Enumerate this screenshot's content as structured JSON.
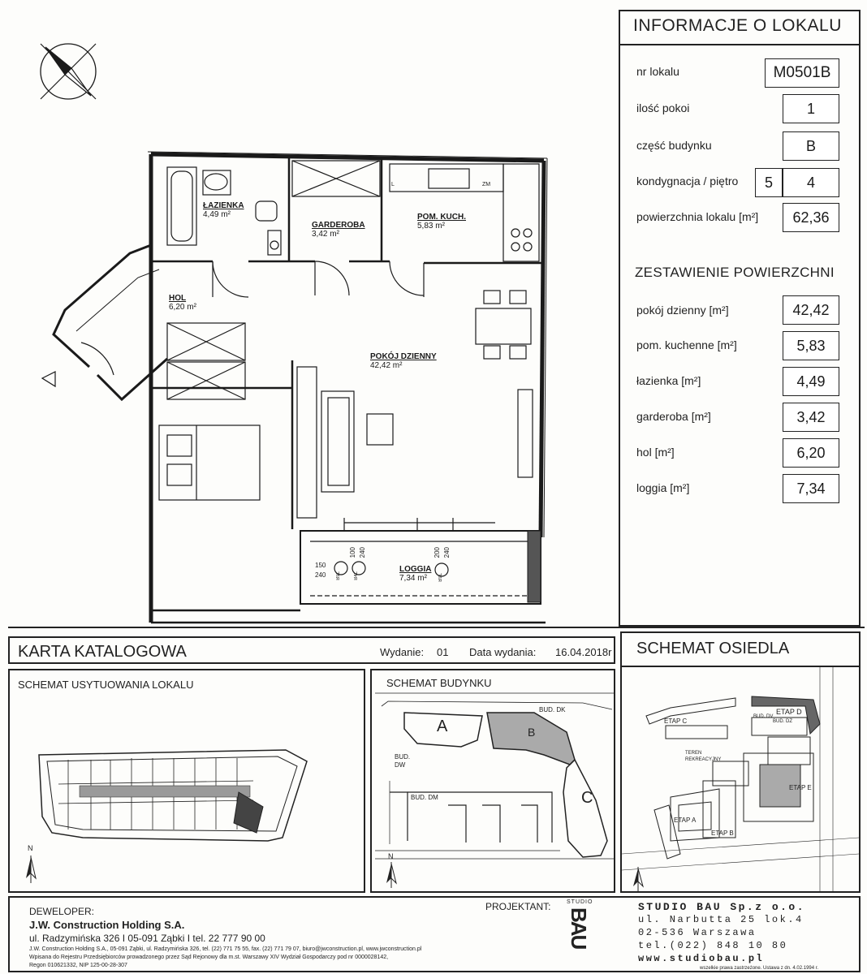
{
  "info": {
    "title": "INFORMACJE O LOKALU",
    "rows": [
      {
        "label": "nr lokalu",
        "value": "M0501B"
      },
      {
        "label": "ilość pokoi",
        "value": "1"
      },
      {
        "label": "część budynku",
        "value": "B"
      },
      {
        "label": "kondygnacja / piętro",
        "value": "5",
        "value2": "4"
      },
      {
        "label": "powierzchnia lokalu [m²]",
        "value": "62,36"
      }
    ],
    "summary_title": "ZESTAWIENIE POWIERZCHNI",
    "areas": [
      {
        "label": "pokój dzienny [m²]",
        "value": "42,42"
      },
      {
        "label": "pom. kuchenne [m²]",
        "value": "5,83"
      },
      {
        "label": "łazienka [m²]",
        "value": "4,49"
      },
      {
        "label": "garderoba  [m²]",
        "value": "3,42"
      },
      {
        "label": "hol [m²]",
        "value": "6,20"
      },
      {
        "label": "loggia [m²]",
        "value": "7,34"
      }
    ]
  },
  "plan": {
    "rooms": [
      {
        "name": "ŁAZIENKA",
        "area": "4,49 m²"
      },
      {
        "name": "GARDEROBA",
        "area": "3,42 m²"
      },
      {
        "name": "POM. KUCH.",
        "area": "5,83 m²"
      },
      {
        "name": "HOL",
        "area": "6,20 m²"
      },
      {
        "name": "POKÓJ DZIENNY",
        "area": "42,42 m²"
      },
      {
        "name": "LOGGIA",
        "area": "7,34 m²"
      }
    ],
    "marks": {
      "zm": "ZM",
      "l": "L",
      "dim_150": "150",
      "dim_240a": "240",
      "dim_100": "100",
      "dim_240b": "240",
      "dim_200": "200",
      "dim_240c": "240",
      "win_b9l_a": "B9L",
      "win_b4l": "B4L",
      "win_b9l_b": "B9L"
    }
  },
  "catalog": {
    "title": "KARTA KATALOGOWA",
    "edition_label": "Wydanie:",
    "edition_value": "01",
    "date_label": "Data wydania:",
    "date_value": "16.04.2018r"
  },
  "estate": {
    "title": "SCHEMAT OSIEDLA",
    "labels": {
      "etap_c": "ETAP C",
      "etap_d": "ETAP D",
      "bud_dv": "BUD. DV",
      "bud_dz": "BUD. DZ",
      "teren": "TEREN REKREACYJNY",
      "etap_a": "ETAP A",
      "etap_b": "ETAP B",
      "etap_e": "ETAP E"
    }
  },
  "location": {
    "title": "SCHEMAT USYTUOWANIA LOKALU",
    "north": "N"
  },
  "building": {
    "title": "SCHEMAT BUDYNKU",
    "a": "A",
    "b": "B",
    "c": "C",
    "bud_dk": "BUD. DK",
    "bud_dw": "BUD. DW",
    "bud_dm": "BUD. DM",
    "north": "N"
  },
  "developer": {
    "label": "DEWELOPER:",
    "name": "J.W. Construction Holding S.A.",
    "address": "ul. Radzymińska 326  I  05-091 Ząbki  I  tel. 22 777 90 00",
    "line1": "J.W. Construction Holding S.A., 05-091 Ząbki, ul. Radzymińska 326, tel. (22) 771 75 55, fax. (22) 771 79 07, biuro@jwconstruction.pl, www.jwconstruction.pl",
    "line2": "Wpisana do Rejestru Przedsiębiorców prowadzonego przez Sąd Rejonowy dla m.st. Warszawy XIV Wydział Gospodarczy pod nr 0000028142,",
    "line3": "Regon 010621332, NIP 125-00-28-307"
  },
  "designer": {
    "label": "PROJEKTANT:",
    "studio": "STUDIO",
    "logo": "BAU",
    "company": "STUDIO BAU Sp.z o.o.",
    "street": "ul. Narbutta 25 lok.4",
    "city": "02-536 Warszawa",
    "tel": "tel.(022) 848 10 80",
    "www": "www.studiobau.pl"
  },
  "footer_note": "wszelkie prawa zastrzeżone. Ustawa z dn. 4.02.1994 r."
}
